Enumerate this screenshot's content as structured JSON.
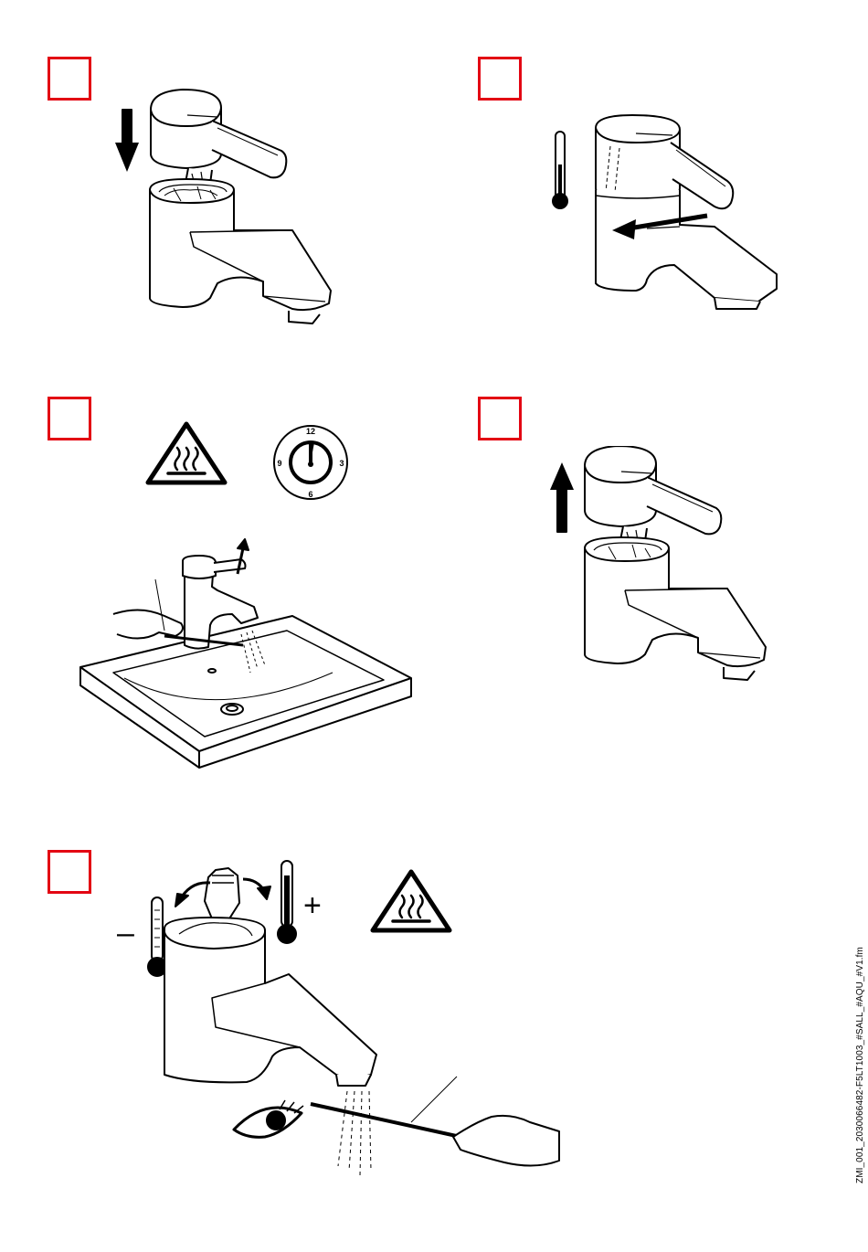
{
  "colors": {
    "step_box_border": "#e30613",
    "line": "#000000",
    "background": "#ffffff"
  },
  "steps": [
    {
      "id": 1,
      "icons": [
        "arrow-down-icon"
      ],
      "illustration": "lever-handle-removal"
    },
    {
      "id": 2,
      "icons": [
        "thermometer-icon",
        "rotate-arrow-icon"
      ],
      "illustration": "handle-rotate-left"
    },
    {
      "id": 3,
      "icons": [
        "hot-surface-warning-icon",
        "clock-icon",
        "arrow-up-icon"
      ],
      "illustration": "measure-water-temperature-at-basin"
    },
    {
      "id": 4,
      "icons": [
        "arrow-up-icon"
      ],
      "illustration": "lever-handle-lift"
    },
    {
      "id": 5,
      "icons": [
        "thermometer-cold-icon",
        "thermometer-hot-icon",
        "hot-surface-warning-icon",
        "eye-icon"
      ],
      "illustration": "adjust-cartridge-temperature"
    }
  ],
  "clock": {
    "labels": [
      "12",
      "3",
      "6",
      "9"
    ]
  },
  "thermo_signs": {
    "minus": "–",
    "plus": "+"
  },
  "footer_code": "ZMI_001_2030066482-F5LT1003_#SALL_#AQU_#V1.fm"
}
